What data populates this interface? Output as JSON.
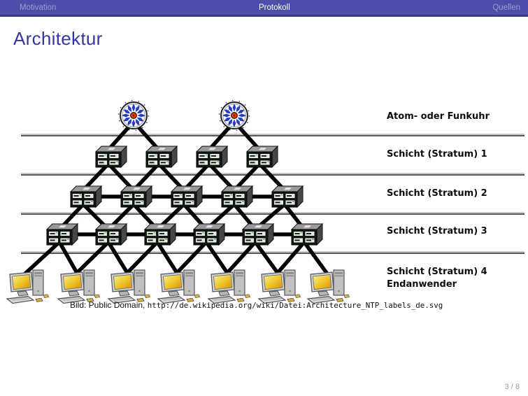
{
  "slide": {
    "nav": {
      "items": [
        {
          "label": "Motivation",
          "active": false
        },
        {
          "label": "Protokoll",
          "active": true
        },
        {
          "label": "Quellen",
          "active": false
        }
      ]
    },
    "title": "Architektur",
    "footer": {
      "page": "3 / 8"
    }
  },
  "diagram": {
    "rows": [
      {
        "label": "Atom- oder Funkuhr",
        "node_type": "clock",
        "nodes": 2
      },
      {
        "label": "Schicht (Stratum) 1",
        "node_type": "server",
        "nodes": 4
      },
      {
        "label": "Schicht (Stratum) 2",
        "node_type": "server",
        "nodes": 5
      },
      {
        "label": "Schicht (Stratum) 3",
        "node_type": "server",
        "nodes": 6
      },
      {
        "label": "Schicht (Stratum) 4",
        "label2": "Endanwender",
        "node_type": "computer",
        "nodes": 7
      }
    ],
    "caption": {
      "prefix": "Bild: Public Domain, ",
      "url": "http://de.wikipedia.org/wiki/Datei:Architecture_NTP_labels_de.svg"
    }
  },
  "colors": {
    "header_bar": "#4b4fa9",
    "header_strip": "#383c91",
    "nav_dim": "#9b9dd2",
    "nav_active": "#ffffff",
    "title_text": "#3436a4",
    "separator_light": "#c9c9c9",
    "separator_dark": "#595959",
    "connection": "#000000",
    "clock_marks": "#2438c8",
    "clock_center": "#e04400",
    "screen_yellow": "#eec225",
    "page_number": "#9a9a9a"
  }
}
